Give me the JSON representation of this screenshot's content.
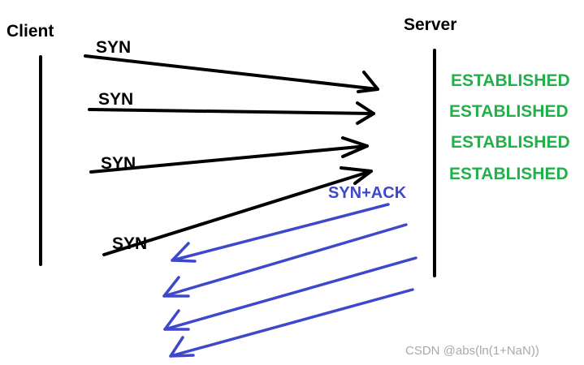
{
  "client_label": "Client",
  "server_label": "Server",
  "syn_labels": [
    "SYN",
    "SYN",
    "SYN",
    "SYN"
  ],
  "established_labels": [
    "ESTABLISHED",
    "ESTABLISHED",
    "ESTABLISHED",
    "ESTABLISHED"
  ],
  "synack_label": "SYN+ACK",
  "watermark": "CSDN @abs(ln(1+NaN))",
  "colors": {
    "syn_arrow": "#000000",
    "synack_arrow": "#3f48cc",
    "established": "#22b04b"
  }
}
